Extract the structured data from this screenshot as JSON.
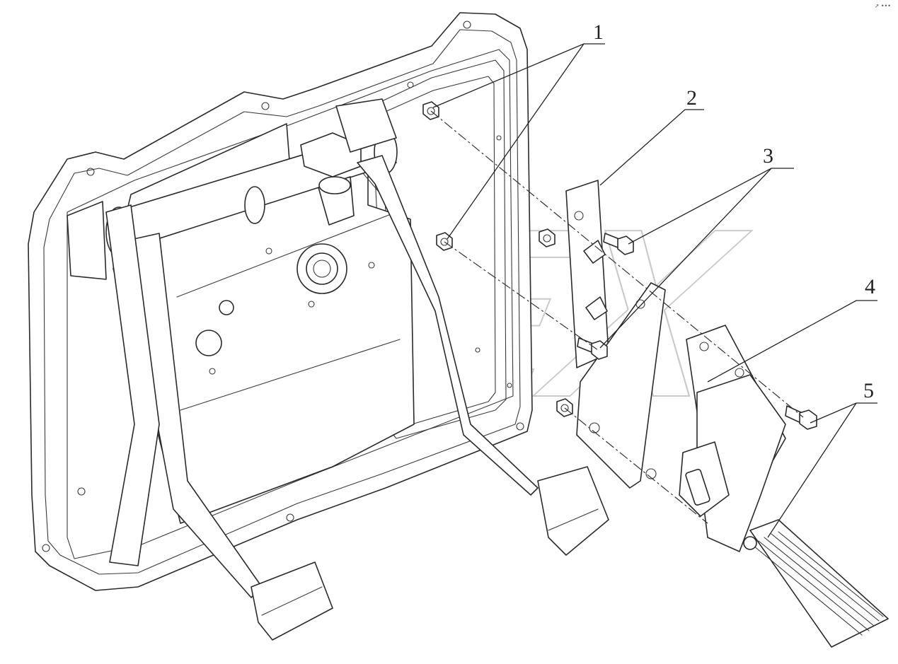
{
  "diagram": {
    "callouts": [
      {
        "id": "callout-1",
        "label": "1"
      },
      {
        "id": "callout-2",
        "label": "2"
      },
      {
        "id": "callout-3",
        "label": "3"
      },
      {
        "id": "callout-4",
        "label": "4"
      },
      {
        "id": "callout-5",
        "label": "5"
      }
    ],
    "watermark": "OPEX",
    "corner_mark": "↗ •••"
  }
}
